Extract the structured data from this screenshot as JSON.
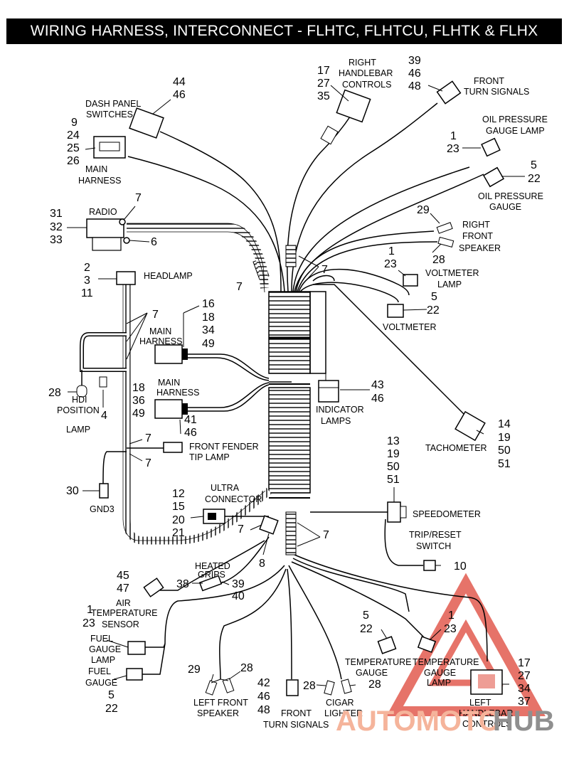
{
  "title": "WIRING HARNESS, INTERCONNECT - FLHTC, FLHTCU, FLHTK & FLHX",
  "watermark": {
    "brand": "AUTOMOTOHUB",
    "part_a": "AUTOMOTO",
    "part_b": "HUB",
    "color_a": "#f5b49b",
    "color_b": "#8f8f8f",
    "logo_color": "#e25b4f"
  },
  "labels": {
    "dash_panel": "DASH PANEL",
    "switches": "SWITCHES",
    "main_harness_a": "MAIN",
    "main_harness_b": "HARNESS",
    "radio": "RADIO",
    "headlamp": "HEADLAMP",
    "main2_a": "MAIN",
    "main2_b": "HARNESS",
    "main3_a": "MAIN",
    "main3_b": "HARNESS",
    "hdi_a": "HDI",
    "hdi_b": "POSITION",
    "hdi_c": "LAMP",
    "ffender_a": "FRONT FENDER",
    "ffender_b": "TIP LAMP",
    "gnd3": "GND3",
    "ultra_a": "ULTRA",
    "ultra_b": "CONNECTOR",
    "heated_a": "HEATED",
    "heated_b": "GRIPS",
    "air_a": "AIR",
    "air_b": "TEMPERATURE",
    "air_c": "SENSOR",
    "fuel_lamp_a": "FUEL",
    "fuel_lamp_b": "GAUGE",
    "fuel_lamp_c": "LAMP",
    "fuel_gauge_a": "FUEL",
    "fuel_gauge_b": "GAUGE",
    "lf_speaker_a": "LEFT FRONT",
    "lf_speaker_b": "SPEAKER",
    "front_turn_b_a": "FRONT",
    "front_turn_b_b": "TURN SIGNALS",
    "cigar_a": "CIGAR",
    "cigar_b": "LIGHTER",
    "temp_gauge_a": "TEMPERATURE",
    "temp_gauge_b": "GAUGE",
    "temp_lamp_a": "TEMPERATURE",
    "temp_lamp_b": "GAUGE",
    "temp_lamp_c": "LAMP",
    "left_hb_a": "LEFT",
    "left_hb_b": "HANDLEBAR",
    "left_hb_c": "CONTROLS",
    "right_hb_a": "RIGHT",
    "right_hb_b": "HANDLEBAR",
    "right_hb_c": "CONTROLS",
    "front_turn_t_a": "FRONT",
    "front_turn_t_b": "TURN SIGNALS",
    "oil_lamp_a": "OIL PRESSURE",
    "oil_lamp_b": "GAUGE LAMP",
    "oil_gauge_a": "OIL PRESSURE",
    "oil_gauge_b": "GAUGE",
    "rf_speaker_a": "RIGHT",
    "rf_speaker_b": "FRONT",
    "rf_speaker_c": "SPEAKER",
    "volt_lamp_a": "VOLTMETER",
    "volt_lamp_b": "LAMP",
    "voltmeter": "VOLTMETER",
    "indicator_a": "INDICATOR",
    "indicator_b": "LAMPS",
    "tachometer": "TACHOMETER",
    "speedometer": "SPEEDOMETER",
    "trip_a": "TRIP/RESET",
    "trip_b": "SWITCH"
  },
  "numbers": {
    "n44": "44",
    "n46a": "46",
    "n9": "9",
    "n24": "24",
    "n25": "25",
    "n26": "26",
    "n7_radio": "7",
    "n31": "31",
    "n32": "32",
    "n33": "33",
    "n6": "6",
    "n2": "2",
    "n3": "3",
    "n11": "11",
    "n7_hl": "7",
    "n7_left": "7",
    "n16": "16",
    "n18a": "18",
    "n34a": "34",
    "n49a": "49",
    "n18b": "18",
    "n36": "36",
    "n49b": "49",
    "n28_hdi": "28",
    "n4": "4",
    "n41": "41",
    "n46b": "46",
    "n7_ff1": "7",
    "n7_ff2": "7",
    "n30": "30",
    "n12": "12",
    "n15": "15",
    "n20": "20",
    "n21": "21",
    "n7_ultra": "7",
    "n8": "8",
    "n38": "38",
    "n39a": "39",
    "n40": "40",
    "n45": "45",
    "n47": "47",
    "n1_fuel": "1",
    "n23_fuel": "23",
    "n5_fuel": "5",
    "n22_fuel": "22",
    "n29_lf": "29",
    "n28_lf": "28",
    "n42": "42",
    "n46c": "46",
    "n48a": "48",
    "n28_cig1": "28",
    "n28_cig2": "28",
    "n5_temp": "5",
    "n22_temp": "22",
    "n1_temp": "1",
    "n23_temp": "23",
    "n17a": "17",
    "n27a": "27",
    "n34b": "34",
    "n37": "37",
    "n17b": "17",
    "n27b": "27",
    "n35": "35",
    "n39b": "39",
    "n46d": "46",
    "n48b": "48",
    "n1_oil": "1",
    "n23_oil": "23",
    "n5_oil": "5",
    "n22_oil": "22",
    "n29_rf": "29",
    "n28_rf": "28",
    "n7_right": "7",
    "n1_volt": "1",
    "n23_volt": "23",
    "n5_volt": "5",
    "n22_volt": "22",
    "n43": "43",
    "n46e": "46",
    "n14": "14",
    "n19a": "19",
    "n50a": "50",
    "n51a": "51",
    "n13": "13",
    "n19b": "19",
    "n50b": "50",
    "n51b": "51",
    "n7_lower": "7",
    "n10": "10"
  }
}
